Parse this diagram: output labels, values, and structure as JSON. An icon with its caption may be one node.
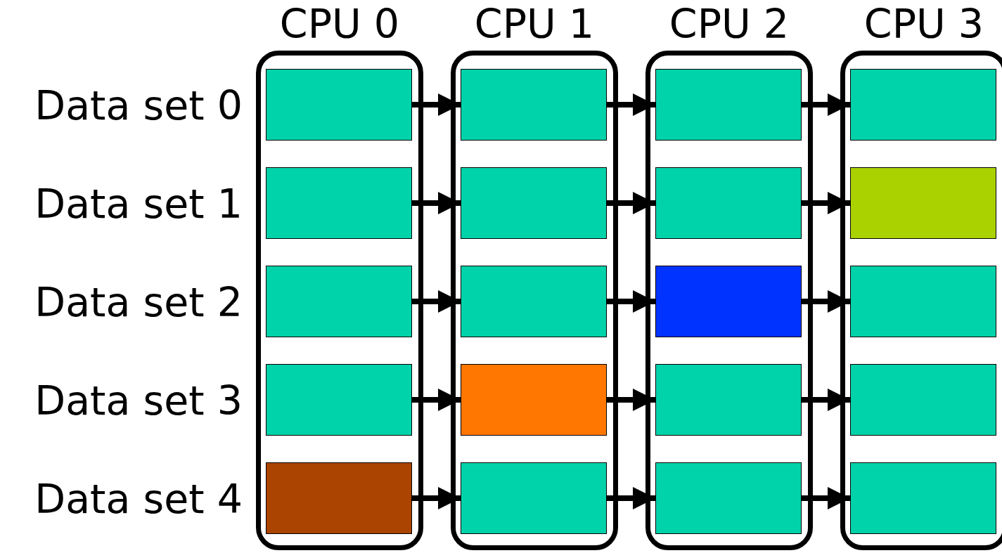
{
  "diagram": {
    "nodes": [
      {
        "text": [
          "CPU 0"
        ]
      },
      {
        "text": [],
        "shape": "box",
        "in": 0
      },
      {
        "text": [],
        "shape": "box",
        "in": 0
      },
      {
        "text": [],
        "shape": "box",
        "in": 0
      },
      {
        "text": [],
        "shape": "box",
        "in": 0
      },
      {
        "text": [],
        "shape": "box",
        "in": 0
      },
      {
        "text": [
          "CPU 1"
        ]
      },
      {
        "text": [],
        "shape": "box",
        "in": 6
      },
      {
        "text": [],
        "shape": "box",
        "in": 6
      },
      {
        "text": [],
        "shape": "box",
        "in": 6
      },
      {
        "text": [],
        "shape": "box",
        "in": 6
      },
      {
        "text": [],
        "shape": "box",
        "in": 6
      },
      {
        "text": [
          "CPU 2"
        ]
      },
      {
        "text": [],
        "shape": "box",
        "in": 12
      },
      {
        "text": [],
        "shape": "box",
        "in": 12
      },
      {
        "text": [],
        "shape": "box",
        "in": 12
      },
      {
        "text": [],
        "shape": "box",
        "in": 12
      },
      {
        "text": [],
        "shape": "box",
        "in": 12
      },
      {
        "text": [
          "CPU 3"
        ]
      },
      {
        "text": [],
        "shape": "box",
        "in": 18
      },
      {
        "text": [],
        "shape": "box",
        "in": 18
      },
      {
        "text": [],
        "shape": "box",
        "in": 18
      },
      {
        "text": [],
        "shape": "box",
        "in": 18
      },
      {
        "text": [],
        "shape": "box",
        "in": 18
      }
    ],
    "edges": [
      {
        "from": 1,
        "to": 7,
        "arrow": "to"
      },
      {
        "from": 2,
        "to": 8,
        "arrow": "to"
      },
      {
        "from": 3,
        "to": 9,
        "arrow": "to"
      },
      {
        "from": 4,
        "to": 10,
        "arrow": "to"
      },
      {
        "from": 5,
        "to": 11,
        "arrow": "to"
      },
      {
        "from": 7,
        "to": 13,
        "arrow": "to"
      },
      {
        "from": 8,
        "to": 14,
        "arrow": "to"
      },
      {
        "from": 9,
        "to": 15,
        "arrow": "to"
      },
      {
        "from": 10,
        "to": 16,
        "arrow": "to"
      },
      {
        "from": 11,
        "to": 17,
        "arrow": "to"
      },
      {
        "from": 13,
        "to": 19,
        "arrow": "to"
      },
      {
        "from": 14,
        "to": 20,
        "arrow": "to"
      },
      {
        "from": 15,
        "to": 21,
        "arrow": "to"
      },
      {
        "from": 16,
        "to": 22,
        "arrow": "to"
      },
      {
        "from": 17,
        "to": 23,
        "arrow": "to"
      }
    ],
    "labels": [
      "Data set 0",
      "Data set 1",
      "Data set 2",
      "Data set 3",
      "Data set 4"
    ]
  }
}
